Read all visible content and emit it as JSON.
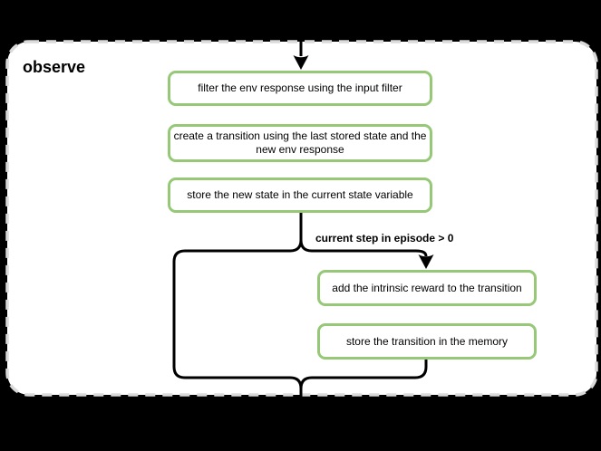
{
  "colors": {
    "page_bg": "#000000",
    "panel_bg": "#ffffff",
    "panel_border": "#dadada",
    "node_border": "#96c878",
    "node_bg": "#ffffff",
    "line": "#000000",
    "text": "#000000"
  },
  "diagram": {
    "title": "observe",
    "condition_label": "current step in episode > 0",
    "main_steps": [
      {
        "lines": [
          "filter the env response using the input filter"
        ]
      },
      {
        "lines": [
          "create a transition using the last stored state and the",
          "new env response"
        ]
      },
      {
        "lines": [
          "store the new state in the current state variable"
        ]
      }
    ],
    "branch_steps": [
      {
        "lines": [
          "add the intrinsic reward to the transition"
        ]
      },
      {
        "lines": [
          "store the transition in the memory"
        ]
      }
    ]
  }
}
